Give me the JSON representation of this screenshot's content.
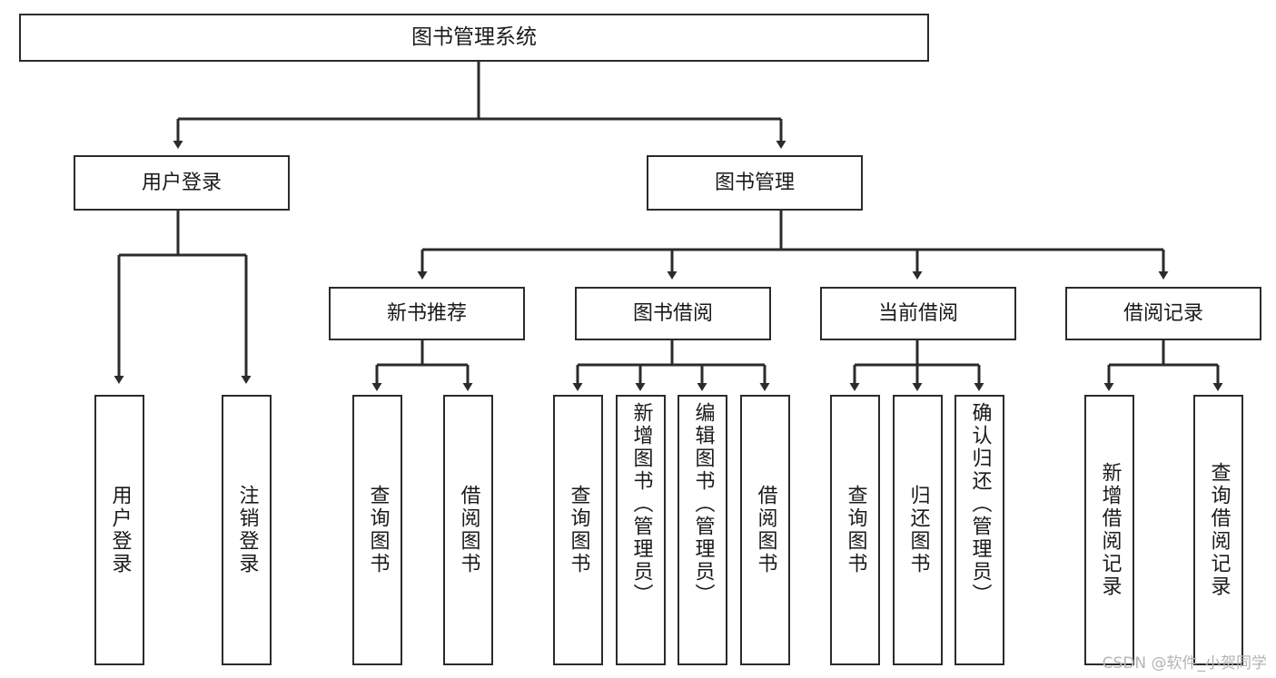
{
  "diagram": {
    "type": "tree-hierarchy",
    "title": "图书管理系统",
    "watermark": "CSDN @软件_小贺同学",
    "colors": {
      "box_border": "#2b2b2b",
      "box_fill": "#ffffff",
      "connector": "#2b2b2b",
      "text": "#1a1a1a",
      "watermark": "#b4b4b4",
      "background": "#ffffff"
    },
    "nodes": {
      "root": {
        "label": "图书管理系统"
      },
      "level2": [
        {
          "label": "用户登录"
        },
        {
          "label": "图书管理"
        }
      ],
      "level3": [
        {
          "label": "新书推荐"
        },
        {
          "label": "图书借阅"
        },
        {
          "label": "当前借阅"
        },
        {
          "label": "借阅记录"
        }
      ],
      "leaves": {
        "user_login": [
          {
            "label": "用户登录"
          },
          {
            "label": "注销登录"
          }
        ],
        "new_book_recommend": [
          {
            "label": "查询图书"
          },
          {
            "label": "借阅图书"
          }
        ],
        "book_borrow": [
          {
            "label": "查询图书"
          },
          {
            "label": "新增图书（管理员）"
          },
          {
            "label": "编辑图书（管理员）"
          },
          {
            "label": "借阅图书"
          }
        ],
        "current_borrow": [
          {
            "label": "查询图书"
          },
          {
            "label": "归还图书"
          },
          {
            "label": "确认归还（管理员）"
          }
        ],
        "borrow_record": [
          {
            "label": "新增借阅记录"
          },
          {
            "label": "查询借阅记录"
          }
        ]
      }
    }
  }
}
